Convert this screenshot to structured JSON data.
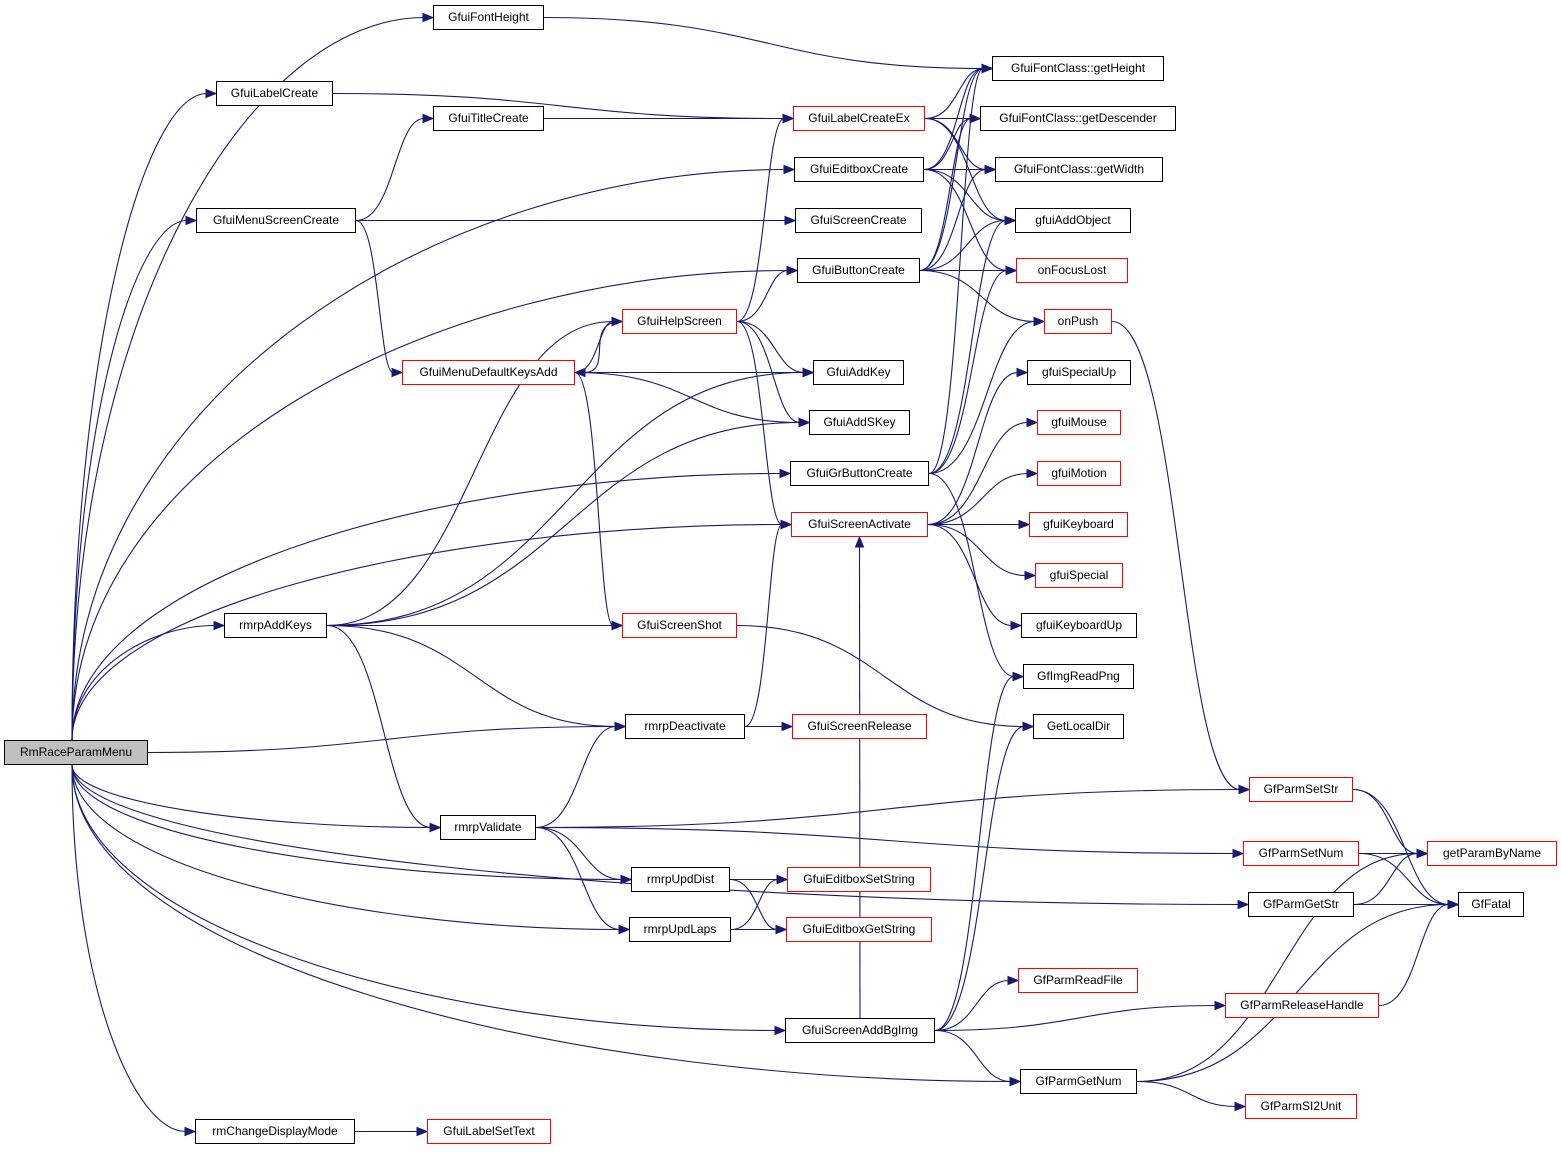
{
  "title": "RmRaceParamMenu call graph",
  "colors": {
    "edge": "#191970",
    "external_border": "#ff0000",
    "root_fill": "#bfbfbf"
  },
  "nodes": [
    {
      "id": "RmRaceParamMenu",
      "label": "RmRaceParamMenu",
      "style": "root"
    },
    {
      "id": "GfuiFontHeight",
      "label": "GfuiFontHeight",
      "style": "normal"
    },
    {
      "id": "GfuiLabelCreate",
      "label": "GfuiLabelCreate",
      "style": "normal"
    },
    {
      "id": "GfuiTitleCreate",
      "label": "GfuiTitleCreate",
      "style": "normal"
    },
    {
      "id": "GfuiMenuScreenCreate",
      "label": "GfuiMenuScreenCreate",
      "style": "normal"
    },
    {
      "id": "GfuiMenuDefaultKeysAdd",
      "label": "GfuiMenuDefaultKeysAdd",
      "style": "red"
    },
    {
      "id": "GfuiHelpScreen",
      "label": "GfuiHelpScreen",
      "style": "red"
    },
    {
      "id": "rmrpAddKeys",
      "label": "rmrpAddKeys",
      "style": "normal"
    },
    {
      "id": "GfuiScreenShot",
      "label": "GfuiScreenShot",
      "style": "red"
    },
    {
      "id": "rmrpDeactivate",
      "label": "rmrpDeactivate",
      "style": "normal"
    },
    {
      "id": "GfuiScreenRelease",
      "label": "GfuiScreenRelease",
      "style": "red"
    },
    {
      "id": "rmrpValidate",
      "label": "rmrpValidate",
      "style": "normal"
    },
    {
      "id": "rmrpUpdDist",
      "label": "rmrpUpdDist",
      "style": "normal"
    },
    {
      "id": "rmrpUpdLaps",
      "label": "rmrpUpdLaps",
      "style": "normal"
    },
    {
      "id": "GfuiEditboxSetString",
      "label": "GfuiEditboxSetString",
      "style": "red"
    },
    {
      "id": "GfuiEditboxGetString",
      "label": "GfuiEditboxGetString",
      "style": "red"
    },
    {
      "id": "rmChangeDisplayMode",
      "label": "rmChangeDisplayMode",
      "style": "normal"
    },
    {
      "id": "GfuiLabelSetText",
      "label": "GfuiLabelSetText",
      "style": "red"
    },
    {
      "id": "GfuiLabelCreateEx",
      "label": "GfuiLabelCreateEx",
      "style": "red"
    },
    {
      "id": "GfuiEditboxCreate",
      "label": "GfuiEditboxCreate",
      "style": "normal"
    },
    {
      "id": "GfuiScreenCreate",
      "label": "GfuiScreenCreate",
      "style": "normal"
    },
    {
      "id": "GfuiButtonCreate",
      "label": "GfuiButtonCreate",
      "style": "normal"
    },
    {
      "id": "GfuiAddKey",
      "label": "GfuiAddKey",
      "style": "normal"
    },
    {
      "id": "GfuiAddSKey",
      "label": "GfuiAddSKey",
      "style": "normal"
    },
    {
      "id": "GfuiGrButtonCreate",
      "label": "GfuiGrButtonCreate",
      "style": "normal"
    },
    {
      "id": "GfuiScreenActivate",
      "label": "GfuiScreenActivate",
      "style": "red"
    },
    {
      "id": "GfuiScreenAddBgImg",
      "label": "GfuiScreenAddBgImg",
      "style": "normal"
    },
    {
      "id": "GfuiFontClassGetHeight",
      "label": "GfuiFontClass::getHeight",
      "style": "normal"
    },
    {
      "id": "GfuiFontClassGetDescender",
      "label": "GfuiFontClass::getDescender",
      "style": "normal"
    },
    {
      "id": "GfuiFontClassGetWidth",
      "label": "GfuiFontClass::getWidth",
      "style": "normal"
    },
    {
      "id": "gfuiAddObject",
      "label": "gfuiAddObject",
      "style": "normal"
    },
    {
      "id": "onFocusLost",
      "label": "onFocusLost",
      "style": "red"
    },
    {
      "id": "onPush",
      "label": "onPush",
      "style": "red"
    },
    {
      "id": "gfuiSpecialUp",
      "label": "gfuiSpecialUp",
      "style": "normal"
    },
    {
      "id": "gfuiMouse",
      "label": "gfuiMouse",
      "style": "red"
    },
    {
      "id": "gfuiMotion",
      "label": "gfuiMotion",
      "style": "red"
    },
    {
      "id": "gfuiKeyboard",
      "label": "gfuiKeyboard",
      "style": "red"
    },
    {
      "id": "gfuiSpecial",
      "label": "gfuiSpecial",
      "style": "red"
    },
    {
      "id": "gfuiKeyboardUp",
      "label": "gfuiKeyboardUp",
      "style": "normal"
    },
    {
      "id": "GfImgReadPng",
      "label": "GfImgReadPng",
      "style": "normal"
    },
    {
      "id": "GetLocalDir",
      "label": "GetLocalDir",
      "style": "normal"
    },
    {
      "id": "GfParmReadFile",
      "label": "GfParmReadFile",
      "style": "red"
    },
    {
      "id": "GfParmGetNum",
      "label": "GfParmGetNum",
      "style": "normal"
    },
    {
      "id": "GfParmSetStr",
      "label": "GfParmSetStr",
      "style": "red"
    },
    {
      "id": "GfParmSetNum",
      "label": "GfParmSetNum",
      "style": "red"
    },
    {
      "id": "GfParmGetStr",
      "label": "GfParmGetStr",
      "style": "normal"
    },
    {
      "id": "GfParmReleaseHandle",
      "label": "GfParmReleaseHandle",
      "style": "red"
    },
    {
      "id": "GfParmSI2Unit",
      "label": "GfParmSI2Unit",
      "style": "red"
    },
    {
      "id": "getParamByName",
      "label": "getParamByName",
      "style": "red"
    },
    {
      "id": "GfFatal",
      "label": "GfFatal",
      "style": "normal"
    }
  ],
  "edges": [
    [
      "RmRaceParamMenu",
      "GfuiFontHeight"
    ],
    [
      "RmRaceParamMenu",
      "GfuiLabelCreate"
    ],
    [
      "RmRaceParamMenu",
      "GfuiEditboxCreate"
    ],
    [
      "RmRaceParamMenu",
      "GfuiMenuScreenCreate"
    ],
    [
      "RmRaceParamMenu",
      "GfuiButtonCreate"
    ],
    [
      "RmRaceParamMenu",
      "GfuiGrButtonCreate"
    ],
    [
      "RmRaceParamMenu",
      "rmrpAddKeys"
    ],
    [
      "RmRaceParamMenu",
      "GfuiScreenActivate"
    ],
    [
      "RmRaceParamMenu",
      "rmrpDeactivate"
    ],
    [
      "RmRaceParamMenu",
      "rmrpValidate"
    ],
    [
      "RmRaceParamMenu",
      "rmrpUpdDist"
    ],
    [
      "RmRaceParamMenu",
      "rmrpUpdLaps"
    ],
    [
      "RmRaceParamMenu",
      "GfParmGetStr"
    ],
    [
      "RmRaceParamMenu",
      "GfuiScreenAddBgImg"
    ],
    [
      "RmRaceParamMenu",
      "GfParmGetNum"
    ],
    [
      "RmRaceParamMenu",
      "rmChangeDisplayMode"
    ],
    [
      "GfuiFontHeight",
      "GfuiFontClassGetHeight"
    ],
    [
      "GfuiLabelCreate",
      "GfuiLabelCreateEx"
    ],
    [
      "GfuiTitleCreate",
      "GfuiLabelCreateEx"
    ],
    [
      "GfuiMenuScreenCreate",
      "GfuiTitleCreate"
    ],
    [
      "GfuiMenuScreenCreate",
      "GfuiScreenCreate"
    ],
    [
      "GfuiMenuScreenCreate",
      "GfuiMenuDefaultKeysAdd"
    ],
    [
      "GfuiMenuDefaultKeysAdd",
      "GfuiHelpScreen"
    ],
    [
      "GfuiMenuDefaultKeysAdd",
      "GfuiAddKey"
    ],
    [
      "GfuiMenuDefaultKeysAdd",
      "GfuiAddSKey"
    ],
    [
      "GfuiMenuDefaultKeysAdd",
      "GfuiScreenShot"
    ],
    [
      "GfuiHelpScreen",
      "GfuiMenuDefaultKeysAdd"
    ],
    [
      "GfuiHelpScreen",
      "GfuiLabelCreateEx"
    ],
    [
      "GfuiHelpScreen",
      "GfuiButtonCreate"
    ],
    [
      "GfuiHelpScreen",
      "GfuiAddKey"
    ],
    [
      "GfuiHelpScreen",
      "GfuiAddSKey"
    ],
    [
      "GfuiHelpScreen",
      "GfuiScreenActivate"
    ],
    [
      "rmrpAddKeys",
      "GfuiHelpScreen"
    ],
    [
      "rmrpAddKeys",
      "GfuiAddKey"
    ],
    [
      "rmrpAddKeys",
      "GfuiAddSKey"
    ],
    [
      "rmrpAddKeys",
      "GfuiScreenShot"
    ],
    [
      "rmrpAddKeys",
      "rmrpDeactivate"
    ],
    [
      "rmrpAddKeys",
      "rmrpValidate"
    ],
    [
      "GfuiScreenShot",
      "GetLocalDir"
    ],
    [
      "rmrpDeactivate",
      "GfuiScreenActivate"
    ],
    [
      "rmrpDeactivate",
      "GfuiScreenRelease"
    ],
    [
      "rmrpValidate",
      "rmrpDeactivate"
    ],
    [
      "rmrpValidate",
      "GfParmSetStr"
    ],
    [
      "rmrpValidate",
      "GfParmSetNum"
    ],
    [
      "rmrpValidate",
      "rmrpUpdDist"
    ],
    [
      "rmrpValidate",
      "rmrpUpdLaps"
    ],
    [
      "rmrpUpdDist",
      "GfuiEditboxSetString"
    ],
    [
      "rmrpUpdDist",
      "GfuiEditboxGetString"
    ],
    [
      "rmrpUpdLaps",
      "GfuiEditboxSetString"
    ],
    [
      "rmrpUpdLaps",
      "GfuiEditboxGetString"
    ],
    [
      "rmChangeDisplayMode",
      "GfuiLabelSetText"
    ],
    [
      "GfuiLabelCreateEx",
      "GfuiFontClassGetHeight"
    ],
    [
      "GfuiLabelCreateEx",
      "GfuiFontClassGetDescender"
    ],
    [
      "GfuiLabelCreateEx",
      "GfuiFontClassGetWidth"
    ],
    [
      "GfuiLabelCreateEx",
      "gfuiAddObject"
    ],
    [
      "GfuiEditboxCreate",
      "GfuiFontClassGetHeight"
    ],
    [
      "GfuiEditboxCreate",
      "GfuiFontClassGetDescender"
    ],
    [
      "GfuiEditboxCreate",
      "GfuiFontClassGetWidth"
    ],
    [
      "GfuiEditboxCreate",
      "gfuiAddObject"
    ],
    [
      "GfuiEditboxCreate",
      "onFocusLost"
    ],
    [
      "GfuiButtonCreate",
      "GfuiFontClassGetHeight"
    ],
    [
      "GfuiButtonCreate",
      "GfuiFontClassGetDescender"
    ],
    [
      "GfuiButtonCreate",
      "GfuiFontClassGetWidth"
    ],
    [
      "GfuiButtonCreate",
      "gfuiAddObject"
    ],
    [
      "GfuiButtonCreate",
      "onFocusLost"
    ],
    [
      "GfuiButtonCreate",
      "onPush"
    ],
    [
      "GfuiGrButtonCreate",
      "GfuiFontClassGetHeight"
    ],
    [
      "GfuiGrButtonCreate",
      "gfuiAddObject"
    ],
    [
      "GfuiGrButtonCreate",
      "onFocusLost"
    ],
    [
      "GfuiGrButtonCreate",
      "onPush"
    ],
    [
      "GfuiGrButtonCreate",
      "GfImgReadPng"
    ],
    [
      "GfuiScreenActivate",
      "gfuiSpecialUp"
    ],
    [
      "GfuiScreenActivate",
      "gfuiMouse"
    ],
    [
      "GfuiScreenActivate",
      "gfuiMotion"
    ],
    [
      "GfuiScreenActivate",
      "gfuiKeyboard"
    ],
    [
      "GfuiScreenActivate",
      "gfuiSpecial"
    ],
    [
      "GfuiScreenActivate",
      "gfuiKeyboardUp"
    ],
    [
      "onPush",
      "GfParmSetStr"
    ],
    [
      "GfuiScreenAddBgImg",
      "GfuiScreenActivate"
    ],
    [
      "GfuiScreenAddBgImg",
      "GfImgReadPng"
    ],
    [
      "GfuiScreenAddBgImg",
      "GetLocalDir"
    ],
    [
      "GfuiScreenAddBgImg",
      "GfParmReadFile"
    ],
    [
      "GfuiScreenAddBgImg",
      "GfParmReleaseHandle"
    ],
    [
      "GfuiScreenAddBgImg",
      "GfParmGetNum"
    ],
    [
      "GfParmSetStr",
      "getParamByName"
    ],
    [
      "GfParmSetStr",
      "GfFatal"
    ],
    [
      "GfParmSetNum",
      "getParamByName"
    ],
    [
      "GfParmSetNum",
      "GfFatal"
    ],
    [
      "GfParmGetStr",
      "getParamByName"
    ],
    [
      "GfParmGetStr",
      "GfFatal"
    ],
    [
      "GfParmReleaseHandle",
      "GfFatal"
    ],
    [
      "GfParmGetNum",
      "getParamByName"
    ],
    [
      "GfParmGetNum",
      "GfFatal"
    ],
    [
      "GfParmGetNum",
      "GfParmSI2Unit"
    ]
  ]
}
